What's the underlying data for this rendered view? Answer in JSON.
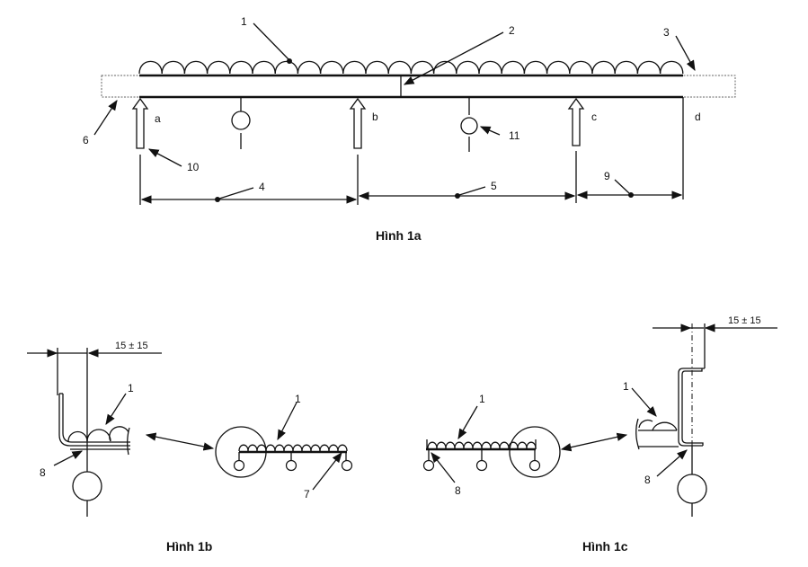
{
  "figure_1a": {
    "caption": "Hình 1a",
    "callouts": {
      "c1": "1",
      "c2": "2",
      "c3": "3",
      "c4": "4",
      "c5": "5",
      "c6": "6",
      "c9": "9",
      "c10": "10",
      "c11": "11"
    },
    "supports": {
      "a": "a",
      "b": "b",
      "c": "c",
      "d": "d"
    }
  },
  "figure_1b": {
    "caption": "Hình 1b",
    "dimension": "15 ± 15",
    "callouts": {
      "c1_detail": "1",
      "c8": "8",
      "c1_overview": "1",
      "c7": "7"
    }
  },
  "figure_1c": {
    "caption": "Hình 1c",
    "dimension": "15 ± 15",
    "callouts": {
      "c1_overview": "1",
      "c8_overview": "8",
      "c1_detail": "1",
      "c8_detail": "8"
    }
  }
}
